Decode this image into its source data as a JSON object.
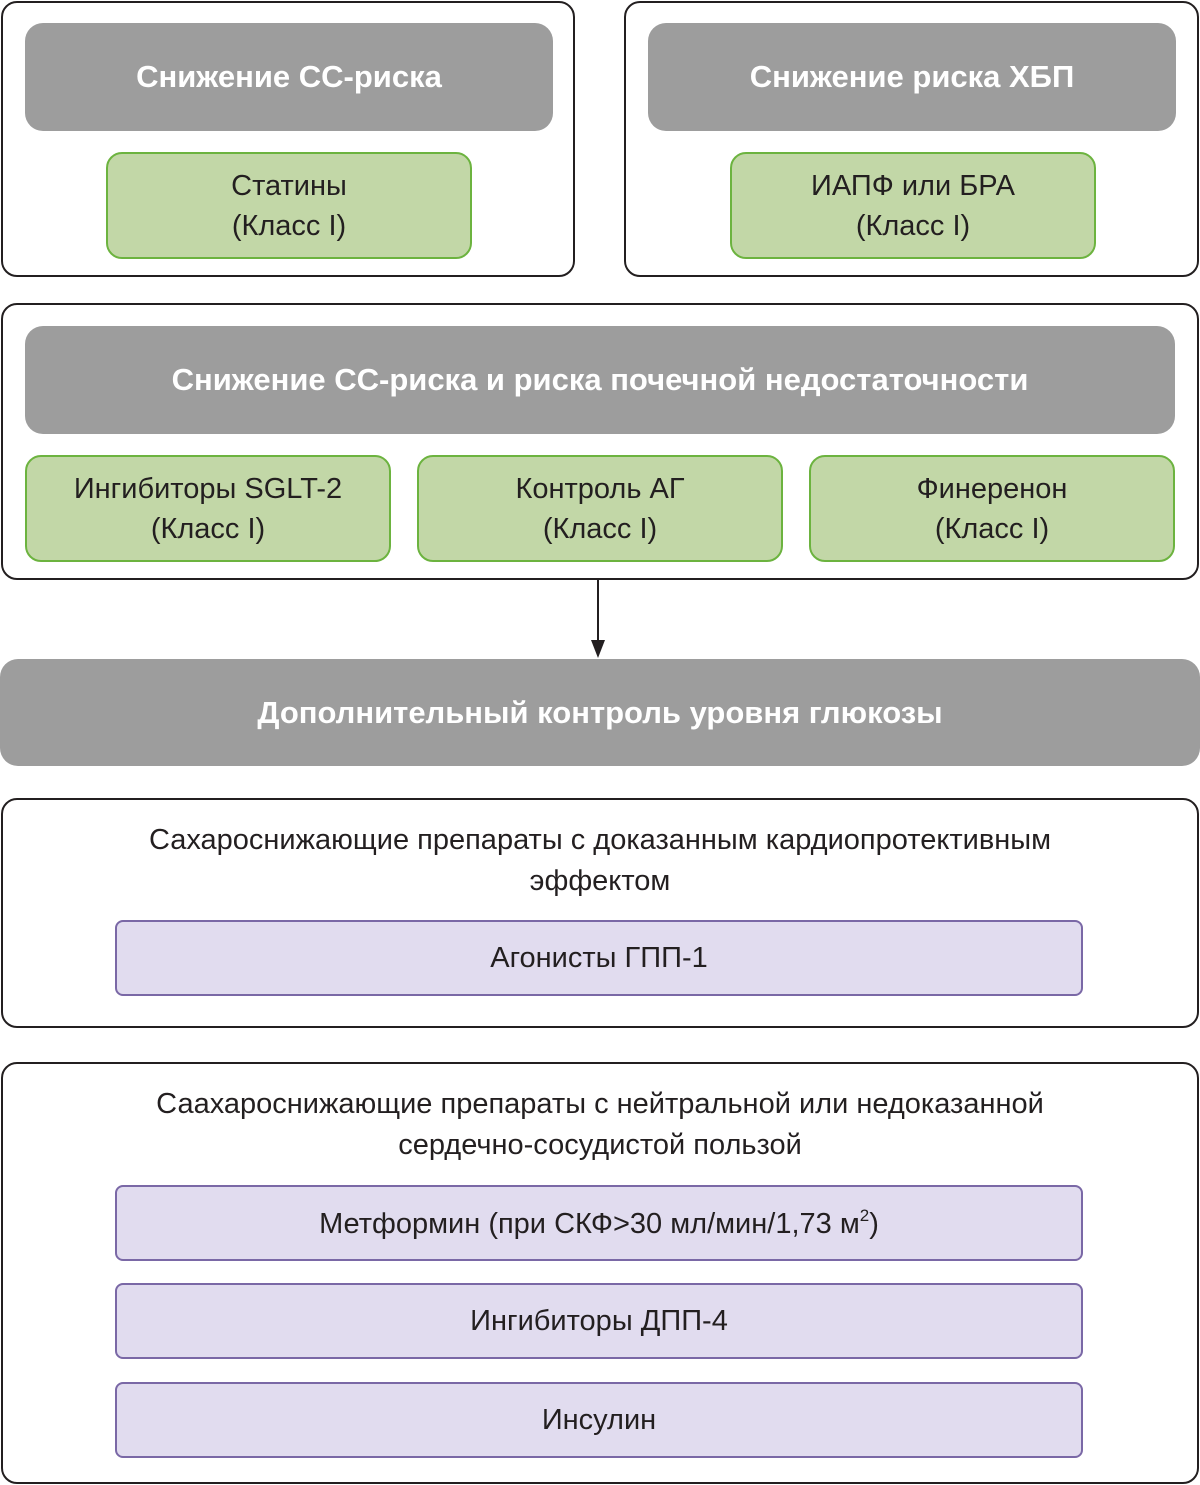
{
  "panels": {
    "cv_risk": {
      "header": "Снижение СС-риска",
      "drug": {
        "name": "Статины",
        "class": "(Класс I)"
      }
    },
    "ckd_risk": {
      "header": "Снижение риска ХБП",
      "drug": {
        "name": "ИАПФ или БРА",
        "class": "(Класс I)"
      }
    },
    "cv_renal": {
      "header": "Снижение СС-риска и риска почечной недостаточности",
      "drugs": [
        {
          "name": "Ингибиторы SGLT-2",
          "class": "(Класс I)"
        },
        {
          "name": "Контроль АГ",
          "class": "(Класс I)"
        },
        {
          "name": "Финеренон",
          "class": "(Класс I)"
        }
      ]
    }
  },
  "glucose_header": "Дополнительный контроль уровня глюкозы",
  "cardioprotective": {
    "caption_line1": "Сахароснижающие препараты с доказанным кардиопротективным",
    "caption_line2": "эффектом",
    "items": [
      "Агонисты ГПП-1"
    ]
  },
  "neutral": {
    "caption_line1": "Саахароснижающие препараты с нейтральной или недоказанной",
    "caption_line2": "сердечно-сосудистой пользой",
    "metformin_text": "Метформин (при СКФ>30 мл/мин/1,73 м",
    "metformin_sup": "2",
    "metformin_close": ")",
    "items": [
      "Ингибиторы ДПП-4",
      "Инсулин"
    ]
  },
  "colors": {
    "header_bg": "#9d9d9d",
    "green_fill": "#c2d7a7",
    "green_border": "#6cb33f",
    "violet_fill": "#e1dcef",
    "violet_border": "#7a68a6"
  }
}
